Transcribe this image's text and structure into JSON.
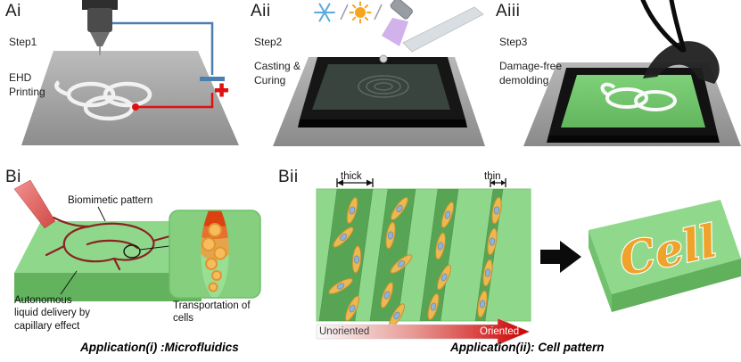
{
  "panels": {
    "ai": {
      "label": "Ai",
      "step": "Step1",
      "name": "EHD\nPrinting"
    },
    "aii": {
      "label": "Aii",
      "step": "Step2",
      "name": "Casting &\nCuring"
    },
    "aiii": {
      "label": "Aiii",
      "step": "Step3",
      "name": "Damage-free\ndemolding"
    },
    "bi": {
      "label": "Bi",
      "pattern_label": "Biomimetic pattern",
      "delivery_label": "Autonomous\nliquid delivery by\ncapillary effect",
      "transport_label": "Transportation of\ncells",
      "caption": "Application(i) :Microfluidics"
    },
    "bii": {
      "label": "Bii",
      "thick_label": "thick",
      "thin_label": "thin",
      "unoriented_label": "Unoriented",
      "oriented_label": "Oriented",
      "cell_word": "Cell",
      "caption": "Application(ii): Cell pattern"
    }
  },
  "colors": {
    "pdms_green": "#8fd88b",
    "stripe_green": "#57a454",
    "channel_red": "#8b2222",
    "wire_blue": "#4d7fae",
    "terminal_red": "#e01010",
    "cell_body": "#ecb84f",
    "cell_nucleus": "#8fb3d8",
    "arrow_gradient_end": "#cc0000"
  }
}
